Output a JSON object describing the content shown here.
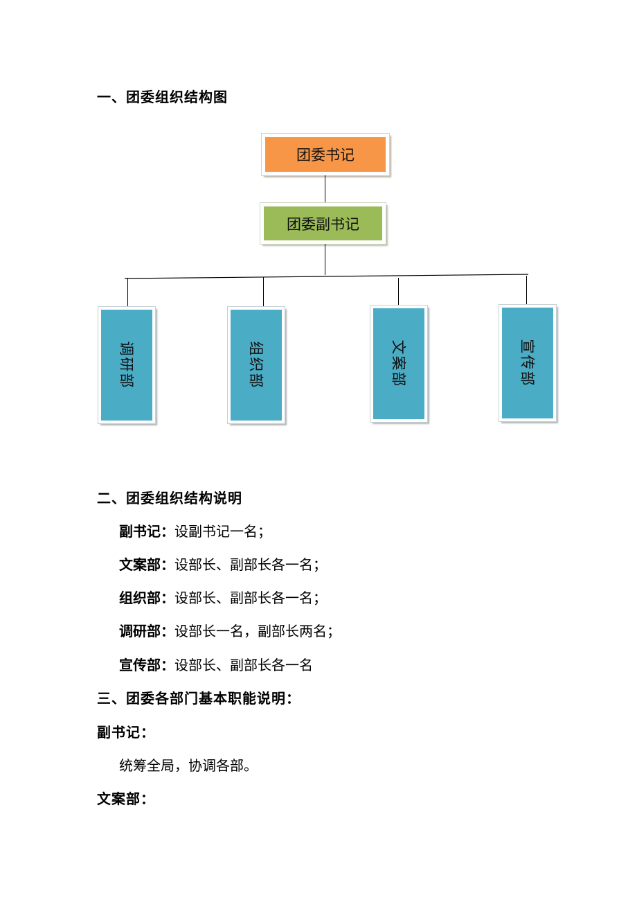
{
  "section1": {
    "title": "一、团委组织结构图"
  },
  "org_chart": {
    "top": "团委书记",
    "deputy": "团委副书记",
    "departments": [
      "调研部",
      "组织部",
      "文案部",
      "宣传部"
    ]
  },
  "section2": {
    "title": "二、团委组织结构说明",
    "items": [
      {
        "term": "副书记：",
        "desc": "设副书记一名；"
      },
      {
        "term": "文案部：",
        "desc": "设部长、副部长各一名；"
      },
      {
        "term": "组织部：",
        "desc": "设部长、副部长各一名；"
      },
      {
        "term": "调研部：",
        "desc": "设部长一名，副部长两名；"
      },
      {
        "term": "宣传部：",
        "desc": "设部长、副部长各一名"
      }
    ]
  },
  "section3": {
    "title": "三、团委各部门基本职能说明：",
    "deputy_label": "副书记：",
    "deputy_desc": "统筹全局，协调各部。",
    "copy_label": "文案部："
  }
}
